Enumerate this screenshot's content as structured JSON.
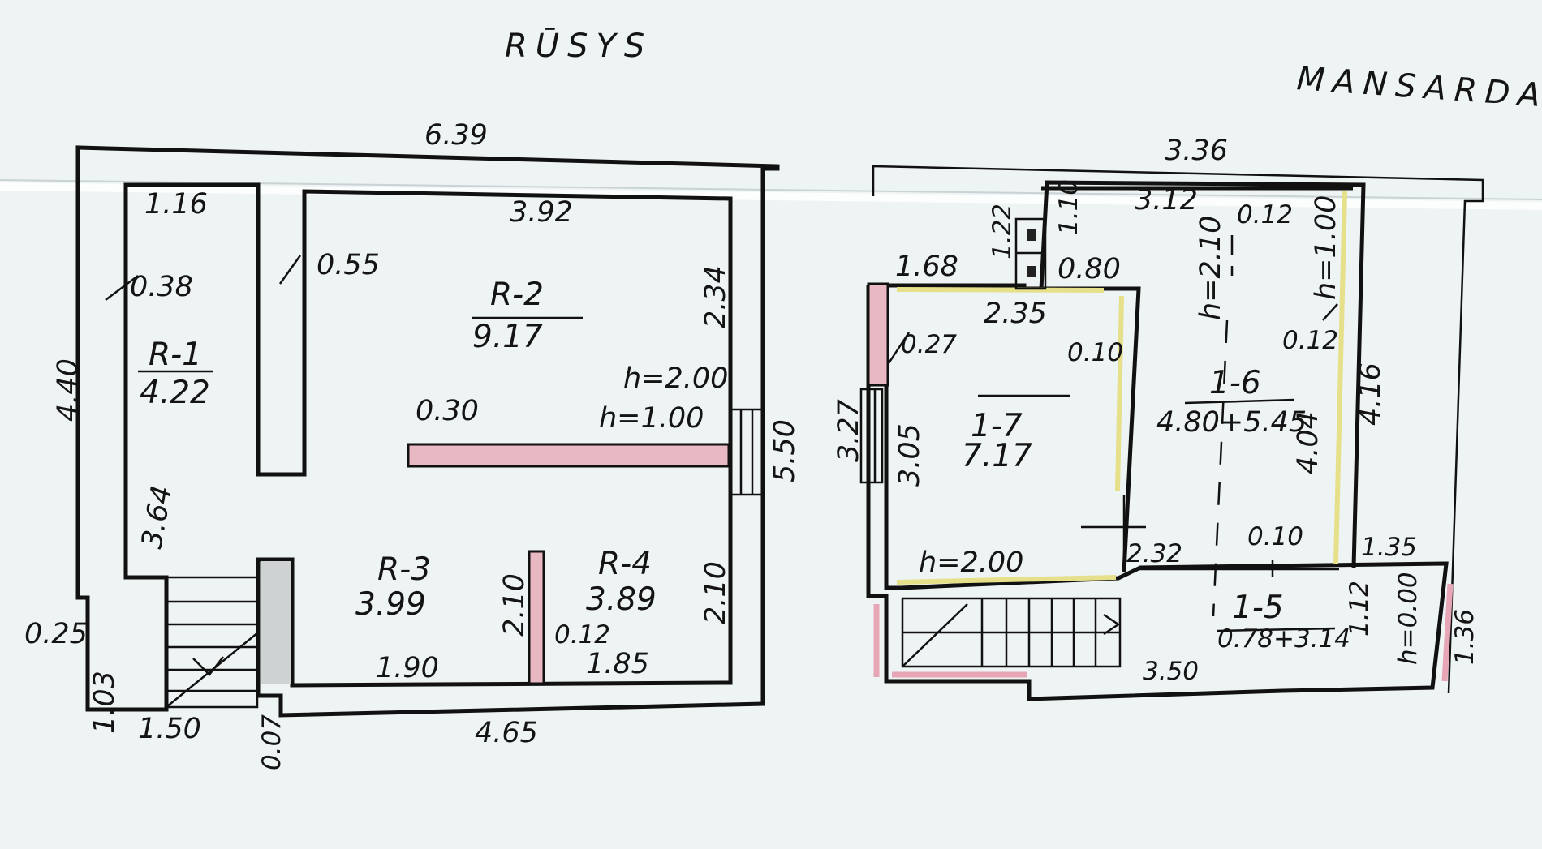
{
  "titles": {
    "left": "RŪSYS",
    "right": "MANSARDA"
  },
  "basement": {
    "overall_width": "6.39",
    "overall_height": "4.40",
    "right_side": "5.50",
    "bottom_width": "4.65",
    "r1": {
      "name": "R-1",
      "area": "4.22",
      "width": "1.16",
      "wall": "0.38",
      "length": "3.64"
    },
    "r2": {
      "name": "R-2",
      "area": "9.17",
      "width": "3.92",
      "depth": "2.34",
      "wall": "0.55",
      "partition": "0.30",
      "height_a": "h=2.00",
      "height_b": "h=1.00"
    },
    "r3": {
      "name": "R-3",
      "area": "3.99",
      "width": "1.90",
      "depth": "2.10"
    },
    "r4": {
      "name": "R-4",
      "area": "3.89",
      "width": "1.85",
      "depth": "2.10",
      "wall": "0.12"
    },
    "stair": {
      "left_gap": "0.25",
      "depth": "1.03",
      "width": "1.50",
      "wall": "0.07"
    }
  },
  "attic": {
    "top_width": "3.36",
    "r7": {
      "name": "1-7",
      "area": "7.17",
      "top": "2.35",
      "left_outer": "3.27",
      "left_inner": "3.05",
      "wall": "0.27",
      "right_wall": "0.10",
      "height": "h=2.00",
      "offset": "1.68",
      "chimney": "1.22",
      "chimney_w": "0.80"
    },
    "r6": {
      "name": "1-6",
      "area": "4.80+5.45",
      "top": "3.12",
      "wall_top": "0.12",
      "right_wall": "0.12",
      "height_a": "h=2.10",
      "height_b": "h=1.00",
      "side_a": "4.04",
      "side_b": "4.16",
      "upper": "1.10",
      "bottom_a": "2.32",
      "bottom_b": "0.10"
    },
    "r5": {
      "name": "1-5",
      "area": "0.78+3.14",
      "depth": "1.12",
      "height": "h=0.00",
      "side": "1.36",
      "width": "3.50",
      "top_right": "1.35"
    }
  }
}
